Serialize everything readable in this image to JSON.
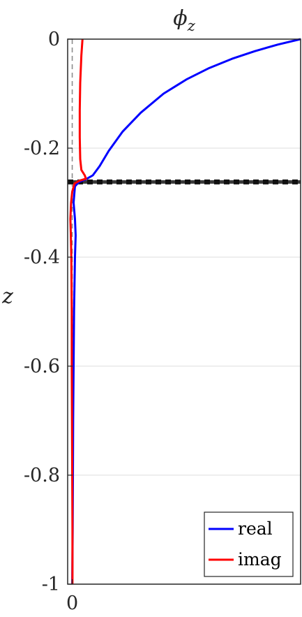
{
  "chart_data": {
    "type": "line",
    "title": "ϕ_z",
    "title_main": "ϕ",
    "title_sub": "z",
    "xlabel": "",
    "ylabel": "z",
    "xlim": [
      -0.02,
      1.0
    ],
    "ylim": [
      -1,
      0
    ],
    "x_ticks": [
      0
    ],
    "x_tick_labels": [
      "0"
    ],
    "y_ticks": [
      0,
      -0.2,
      -0.4,
      -0.6,
      -0.8,
      -1
    ],
    "y_tick_labels": [
      "0",
      "-0.2",
      "-0.4",
      "-0.6",
      "-0.8",
      "-1"
    ],
    "grid": "horizontal",
    "legend_position": "bottom-right",
    "series": [
      {
        "name": "real",
        "color": "#0000ff",
        "points": [
          [
            1.0,
            0.0
          ],
          [
            0.9,
            -0.01
          ],
          [
            0.8,
            -0.022
          ],
          [
            0.7,
            -0.036
          ],
          [
            0.6,
            -0.053
          ],
          [
            0.5,
            -0.074
          ],
          [
            0.4,
            -0.1
          ],
          [
            0.3,
            -0.135
          ],
          [
            0.22,
            -0.17
          ],
          [
            0.16,
            -0.205
          ],
          [
            0.12,
            -0.233
          ],
          [
            0.09,
            -0.25
          ],
          [
            0.06,
            -0.257
          ],
          [
            0.03,
            -0.262
          ],
          [
            0.012,
            -0.27
          ],
          [
            0.006,
            -0.3
          ],
          [
            0.012,
            -0.33
          ],
          [
            0.015,
            -0.36
          ],
          [
            0.012,
            -0.4
          ],
          [
            0.01,
            -0.45
          ],
          [
            0.008,
            -0.5
          ],
          [
            0.006,
            -0.6
          ],
          [
            0.004,
            -0.7
          ],
          [
            0.003,
            -0.8
          ],
          [
            0.002,
            -0.9
          ],
          [
            0.0,
            -1.0
          ]
        ]
      },
      {
        "name": "imag",
        "color": "#ff0000",
        "points": [
          [
            0.045,
            0.0
          ],
          [
            0.04,
            -0.03
          ],
          [
            0.035,
            -0.08
          ],
          [
            0.033,
            -0.13
          ],
          [
            0.033,
            -0.18
          ],
          [
            0.035,
            -0.22
          ],
          [
            0.04,
            -0.24
          ],
          [
            0.055,
            -0.25
          ],
          [
            0.06,
            -0.256
          ],
          [
            0.03,
            -0.26
          ],
          [
            0.01,
            -0.265
          ],
          [
            0.0,
            -0.28
          ],
          [
            -0.005,
            -0.3
          ],
          [
            -0.008,
            -0.33
          ],
          [
            -0.006,
            -0.36
          ],
          [
            -0.004,
            -0.4
          ],
          [
            -0.003,
            -0.45
          ],
          [
            -0.002,
            -0.5
          ],
          [
            -0.002,
            -0.6
          ],
          [
            -0.001,
            -0.7
          ],
          [
            0.0,
            -0.8
          ],
          [
            0.001,
            -0.9
          ],
          [
            0.001,
            -1.0
          ]
        ]
      }
    ],
    "reference_lines": {
      "horizontal_z": -0.262,
      "vertical_x": 0
    }
  }
}
